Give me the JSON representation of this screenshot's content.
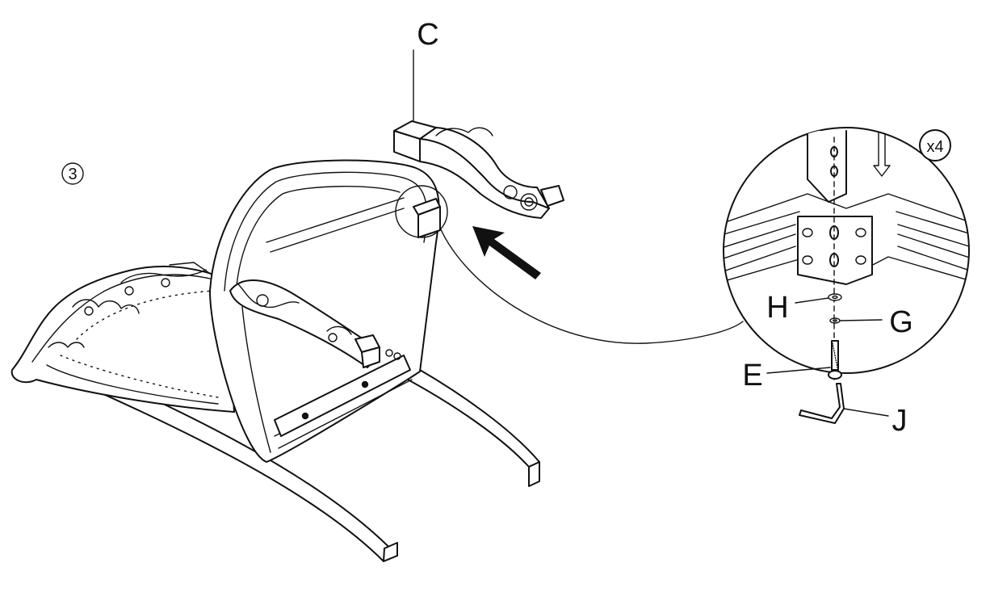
{
  "step": {
    "number": "3"
  },
  "parts": {
    "leg_label": "C",
    "washer_label": "H",
    "lock_washer_label": "G",
    "bolt_label": "E",
    "allen_key_label": "J"
  },
  "detail": {
    "quantity": "x4"
  }
}
